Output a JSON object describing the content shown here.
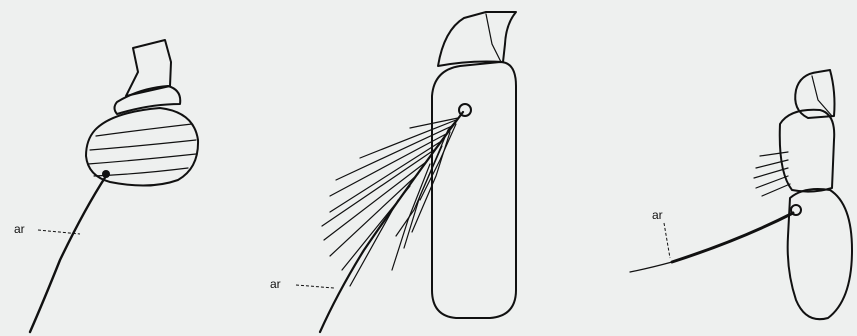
{
  "figure": {
    "panels": [
      {
        "label": "ar"
      },
      {
        "label": "ar"
      },
      {
        "label": "ar"
      }
    ]
  }
}
